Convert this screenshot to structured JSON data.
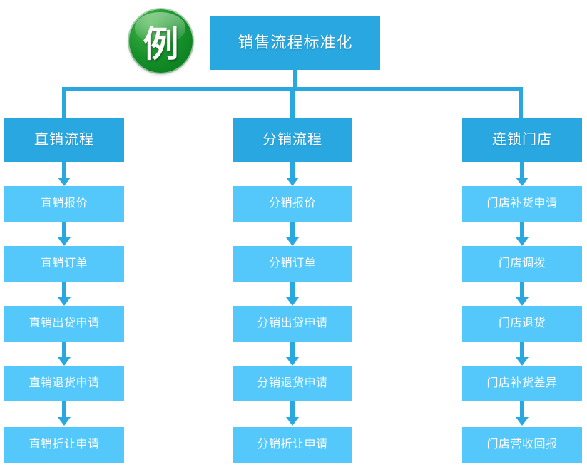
{
  "diagram": {
    "badge": {
      "character": "例",
      "color": "#159028"
    },
    "root": {
      "label": "销售流程标准化",
      "color": "#28a7e0"
    },
    "connector_color": "#29a8e0",
    "header_color": "#28a7e0",
    "item_color": "#54c8fb",
    "columns": [
      {
        "header": "直销流程",
        "items": [
          "直销报价",
          "直销订单",
          "直销出贷申请",
          "直销退货申请",
          "直销折让申请"
        ]
      },
      {
        "header": "分销流程",
        "items": [
          "分销报价",
          "分销订单",
          "分销出贷申请",
          "分销退货申请",
          "分销折让申请"
        ]
      },
      {
        "header": "连锁门店",
        "items": [
          "门店补货申请",
          "门店调拨",
          "门店退货",
          "门店补货差异",
          "门店营收回报"
        ]
      }
    ]
  }
}
